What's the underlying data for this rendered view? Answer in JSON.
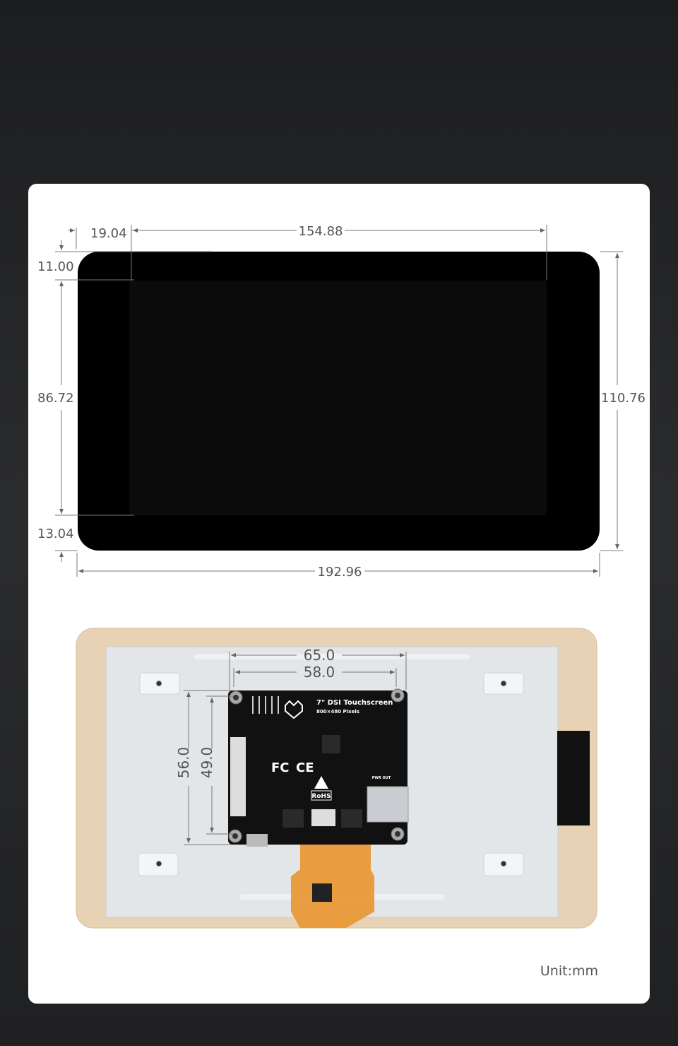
{
  "front_view": {
    "dimensions": {
      "top_offset": "19.04",
      "active_width": "154.88",
      "top_bezel": "11.00",
      "active_height": "86.72",
      "bottom_bezel": "13.04",
      "overall_height": "110.76",
      "overall_width": "192.96"
    }
  },
  "back_view": {
    "dimensions": {
      "hole_spacing_outer_x": "65.0",
      "hole_spacing_inner_x": "58.0",
      "hole_spacing_outer_y": "56.0",
      "hole_spacing_inner_y": "49.0"
    },
    "pcb": {
      "title": "7\" DSI Touchscreen",
      "subtitle": "800×480 Pixels",
      "fc_mark": "FC",
      "ce_mark": "CE",
      "rohs_mark": "RoHS",
      "pwr_out_label": "PWR OUT"
    }
  },
  "unit_label": "Unit:mm",
  "colors": {
    "bezel": "#000000",
    "frame": "#e8d2b6",
    "plate": "#e3e6e9",
    "pcb": "#111111",
    "fpc": "#e8962e",
    "dimension": "#666666"
  }
}
